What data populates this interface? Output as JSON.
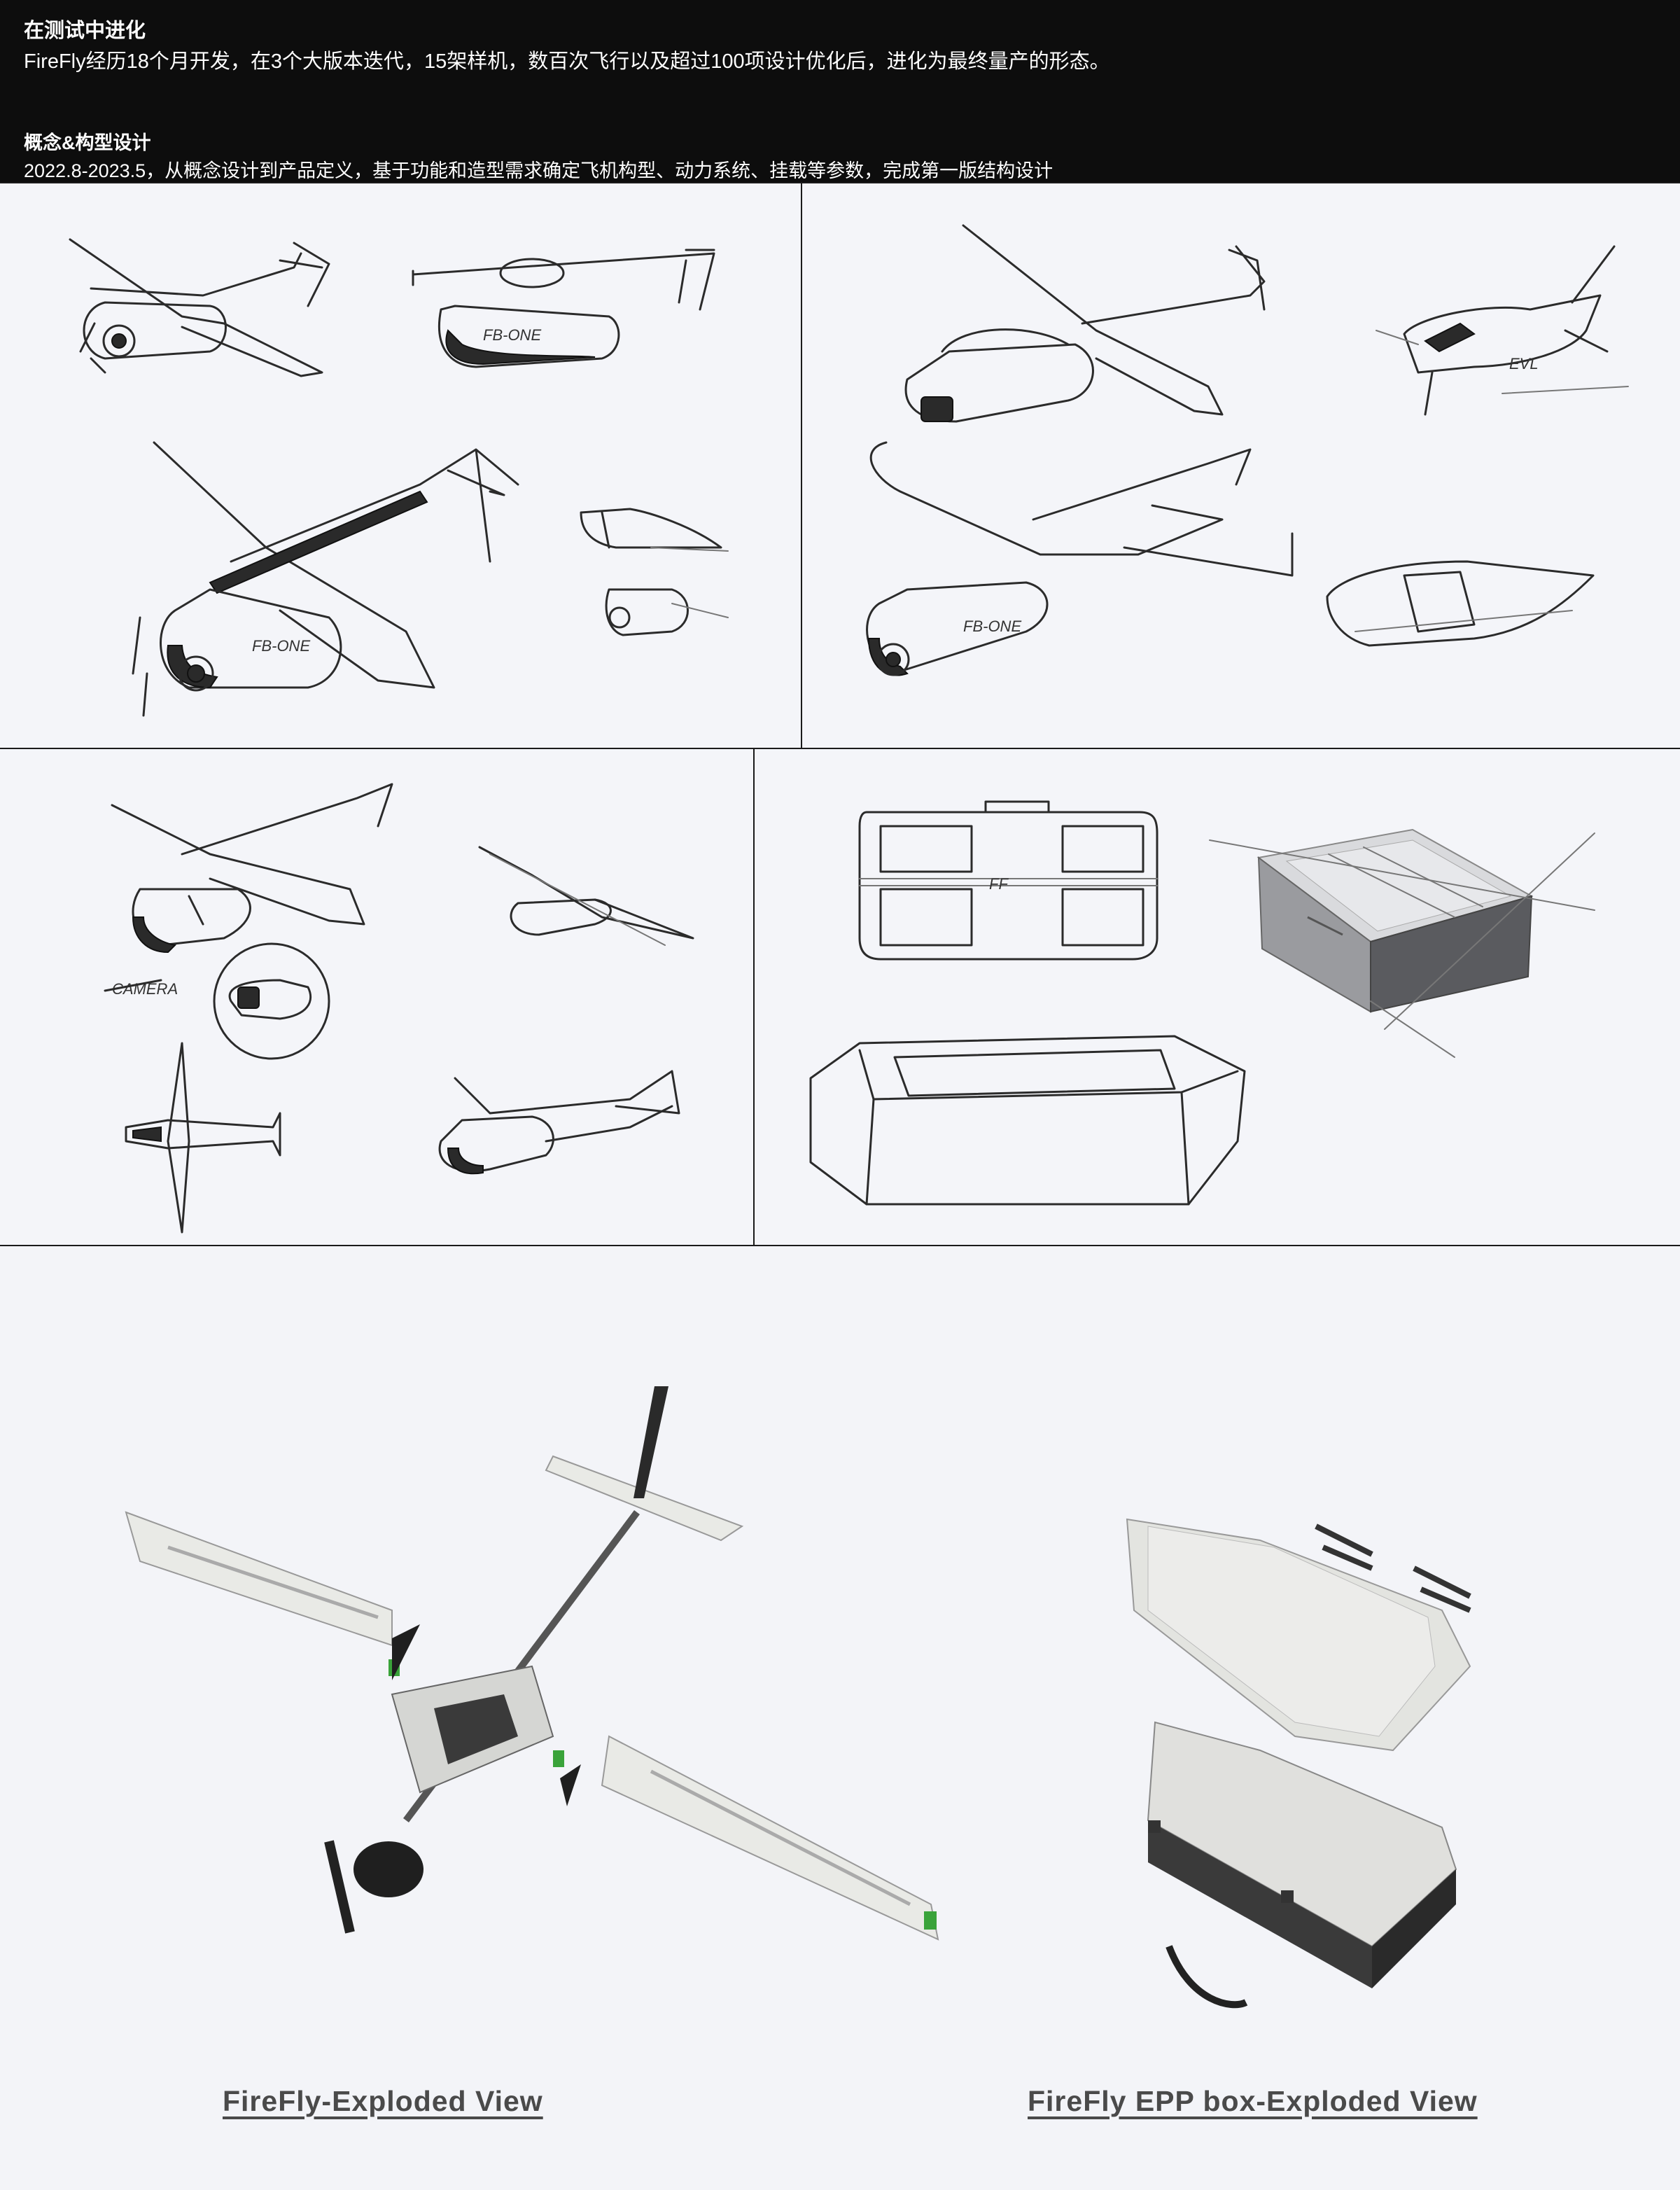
{
  "header": {
    "title": "在测试中进化",
    "text": "FireFly经历18个月开发，在3个大版本迭代，15架样机，数百次飞行以及超过100项设计优化后，进化为最终量产的形态。",
    "subtitle": "概念&构型设计",
    "subtext": "2022.8-2023.5，从概念设计到产品定义，基于功能和造型需求确定飞机构型、动力系统、挂载等参数，完成第一版结构设计"
  },
  "sketch_labels": {
    "fb_one_1": "FB-ONE",
    "fb_one_2": "FB-ONE",
    "fb_one_3": "FB-ONE",
    "camera": "CAMERA",
    "evl": "EVL",
    "box_logo": "FF"
  },
  "captions": {
    "left": "FireFly-Exploded View",
    "right": "FireFly EPP box-Exploded View"
  },
  "colors": {
    "header_bg": "#0d0d0d",
    "page_bg": "#f3f4f8",
    "caption": "#4a4a4a",
    "accent_green": "#3aa33a"
  }
}
